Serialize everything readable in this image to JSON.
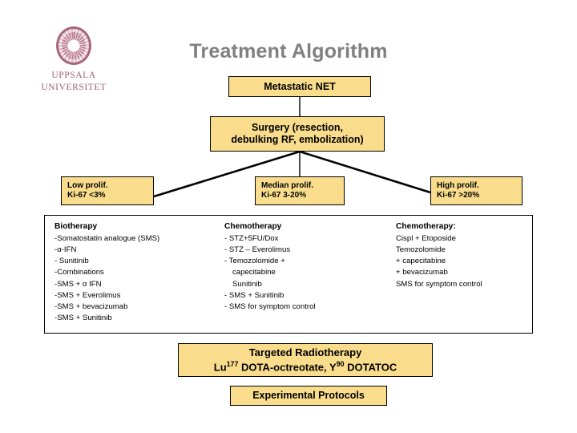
{
  "logo": {
    "seal_name": "uppsala-university-seal",
    "line1": "UPPSALA",
    "line2": "UNIVERSITET",
    "color": "#9d6076"
  },
  "title": "Treatment Algorithm",
  "colors": {
    "box_fill": "#f9dd8c",
    "box_border": "#000000",
    "title_gray": "#808080",
    "panel_fill": "#ffffff"
  },
  "flow": {
    "root": "Metastatic NET",
    "surgery": {
      "line1": "Surgery (resection,",
      "line2": "debulking RF, embolization)"
    },
    "branches": [
      {
        "name": "low",
        "line1": "Low prolif.",
        "line2": "Ki-67 <3%"
      },
      {
        "name": "median",
        "line1": "Median prolif.",
        "line2": "Ki-67 3-20%"
      },
      {
        "name": "high",
        "line1": "High prolif.",
        "line2": "Ki-67 >20%"
      }
    ]
  },
  "panel": {
    "columns": [
      {
        "name": "biotherapy",
        "heading": "Biotherapy",
        "items": [
          {
            "text": "-Somatostatin analogue (SMS)",
            "indent": false
          },
          {
            "text": "-α-IFN",
            "indent": false
          },
          {
            "text": "- Sunitinib",
            "indent": false
          },
          {
            "text": "-Combinations",
            "indent": false
          },
          {
            "text": "-SMS + α IFN",
            "indent": false
          },
          {
            "text": "-SMS + Everolimus",
            "indent": false
          },
          {
            "text": "-SMS + bevacizumab",
            "indent": false
          },
          {
            "text": "-SMS + Sunitinib",
            "indent": false
          }
        ]
      },
      {
        "name": "chemotherapy-median",
        "heading": "Chemotherapy",
        "items": [
          {
            "text": "- STZ+5FU/Dox",
            "indent": false
          },
          {
            "text": "- STZ – Everolimus",
            "indent": false
          },
          {
            "text": "- Temozolomide +",
            "indent": false
          },
          {
            "text": "capecitabine",
            "indent": true
          },
          {
            "text": "Sunitinib",
            "indent": true
          },
          {
            "text": "- SMS + Sunitinib",
            "indent": false
          },
          {
            "text": "- SMS for symptom control",
            "indent": false
          }
        ]
      },
      {
        "name": "chemotherapy-high",
        "heading": "Chemotherapy:",
        "items": [
          {
            "text": "Cispl + Etoposide",
            "indent": false
          },
          {
            "text": "Temozolomide",
            "indent": false
          },
          {
            "text": "+ capecitabine",
            "indent": false
          },
          {
            "text": "+ bevacizumab",
            "indent": false
          },
          {
            "text": "SMS for symptom control",
            "indent": false
          }
        ]
      }
    ]
  },
  "bottom": {
    "radiotherapy": {
      "line1": "Targeted Radiotherapy",
      "line2_pre": "Lu",
      "line2_sup1": "177",
      "line2_mid": " DOTA-octreotate, Y",
      "line2_sup2": "90",
      "line2_post": " DOTATOC"
    },
    "experimental": "Experimental Protocols"
  }
}
